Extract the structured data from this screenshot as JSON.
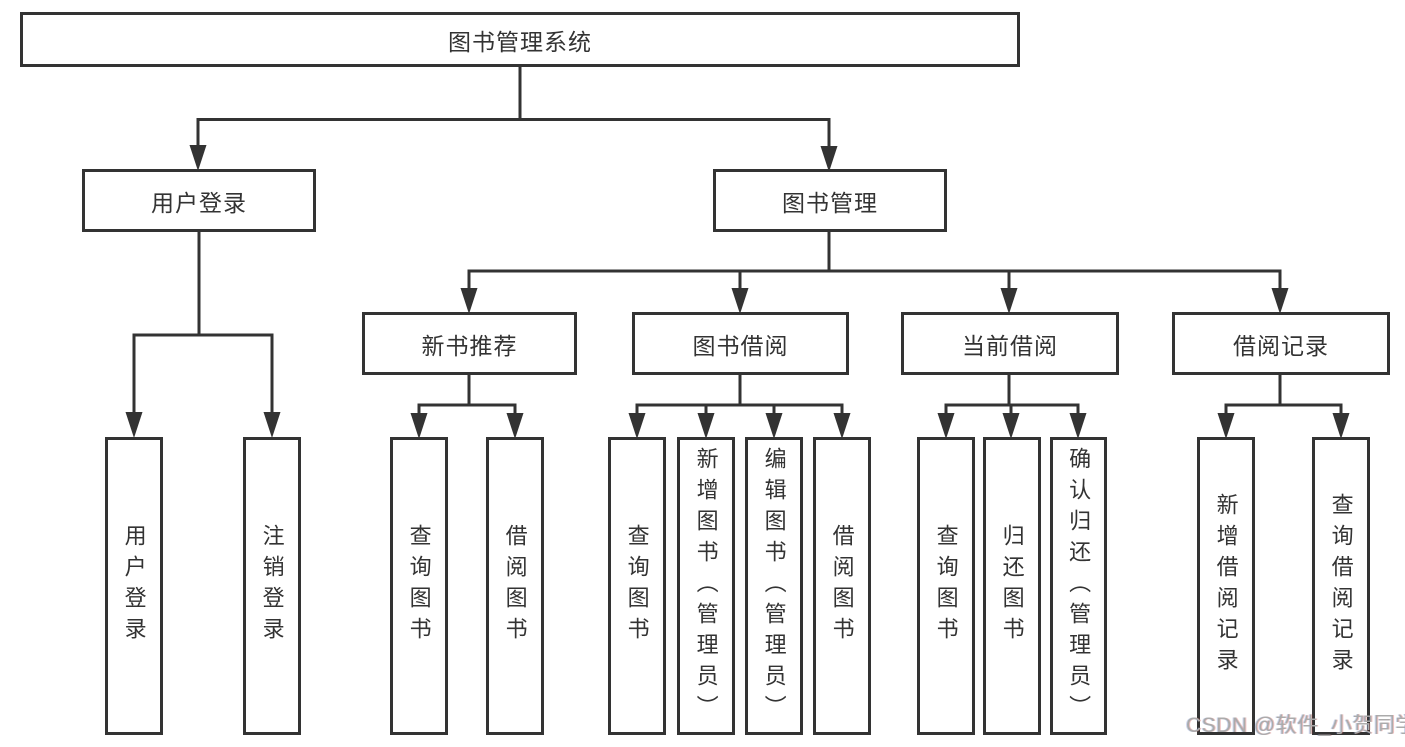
{
  "tree": {
    "label": "图书管理系统",
    "children": [
      {
        "label": "用户登录",
        "children": [
          {
            "label": "用户登录"
          },
          {
            "label": "注销登录"
          }
        ]
      },
      {
        "label": "图书管理",
        "children": [
          {
            "label": "新书推荐",
            "children": [
              {
                "label": "查询图书"
              },
              {
                "label": "借阅图书"
              }
            ]
          },
          {
            "label": "图书借阅",
            "children": [
              {
                "label": "查询图书"
              },
              {
                "label": "新增图书（管理员）"
              },
              {
                "label": "编辑图书（管理员）"
              },
              {
                "label": "借阅图书"
              }
            ]
          },
          {
            "label": "当前借阅",
            "children": [
              {
                "label": "查询图书"
              },
              {
                "label": "归还图书"
              },
              {
                "label": "确认归还（管理员）"
              }
            ]
          },
          {
            "label": "借阅记录",
            "children": [
              {
                "label": "新增借阅记录"
              },
              {
                "label": "查询借阅记录"
              }
            ]
          }
        ]
      }
    ]
  },
  "watermark": {
    "text": "CSDN @软件_小贺同学"
  },
  "colors": {
    "line": "#333333",
    "box_border": "#333333",
    "box_text": "#333333",
    "background": "#ffffff",
    "watermark": "#ababab"
  }
}
